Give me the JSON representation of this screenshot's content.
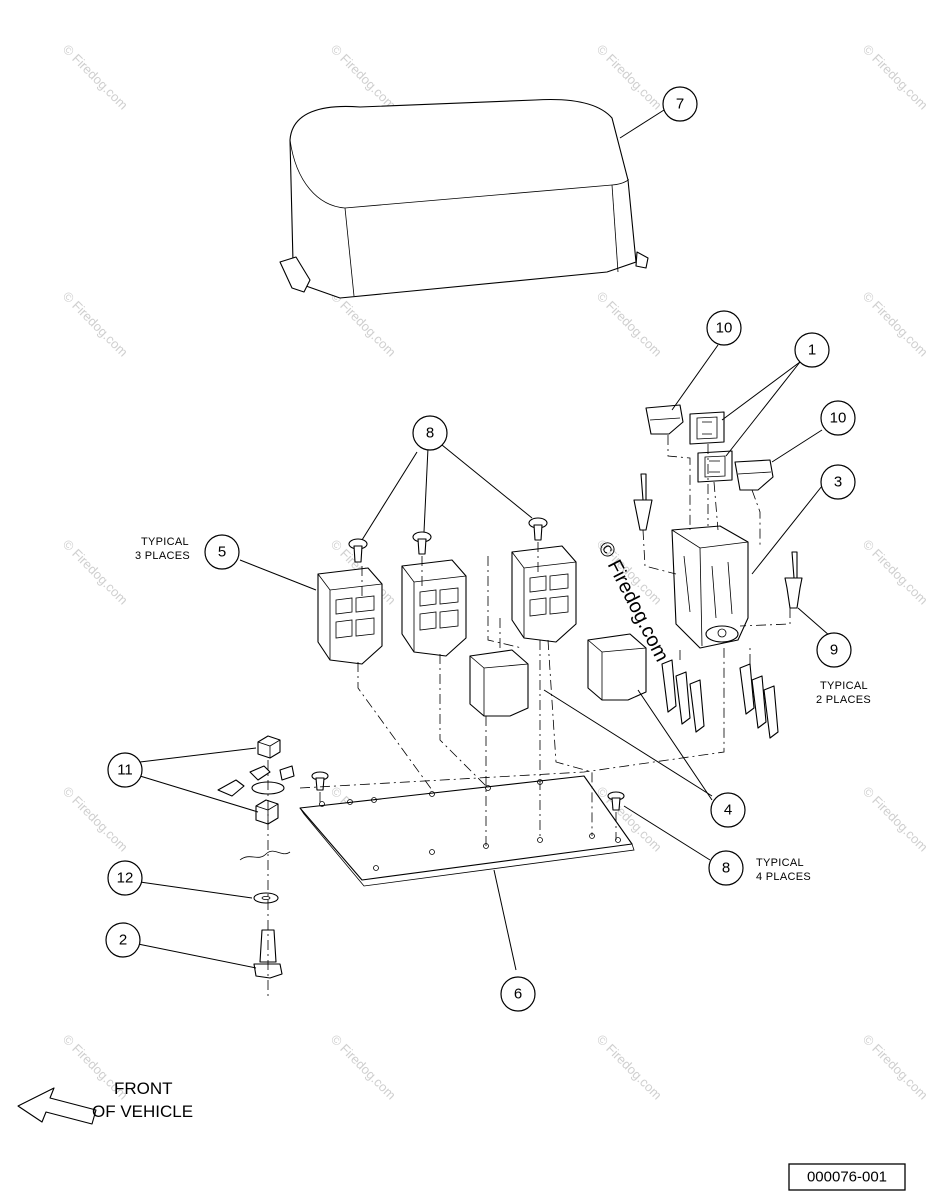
{
  "watermark": {
    "text": "© Firedog.com",
    "overlay_text": "© Firedog.com"
  },
  "callouts": [
    {
      "id": "c7",
      "label": "7"
    },
    {
      "id": "c10a",
      "label": "10"
    },
    {
      "id": "c1",
      "label": "1"
    },
    {
      "id": "c10b",
      "label": "10"
    },
    {
      "id": "c3",
      "label": "3"
    },
    {
      "id": "c8a",
      "label": "8"
    },
    {
      "id": "c5",
      "label": "5"
    },
    {
      "id": "c9",
      "label": "9"
    },
    {
      "id": "c11",
      "label": "11"
    },
    {
      "id": "c4",
      "label": "4"
    },
    {
      "id": "c8b",
      "label": "8"
    },
    {
      "id": "c12",
      "label": "12"
    },
    {
      "id": "c2",
      "label": "2"
    },
    {
      "id": "c6",
      "label": "6"
    }
  ],
  "notes": {
    "typical_3_line1": "TYPICAL",
    "typical_3_line2": "3 PLACES",
    "typical_2_line1": "TYPICAL",
    "typical_2_line2": "2 PLACES",
    "typical_4_line1": "TYPICAL",
    "typical_4_line2": "4 PLACES"
  },
  "front_label": {
    "line1": "FRONT",
    "line2": "OF VEHICLE"
  },
  "drawing_code": "000076-001"
}
